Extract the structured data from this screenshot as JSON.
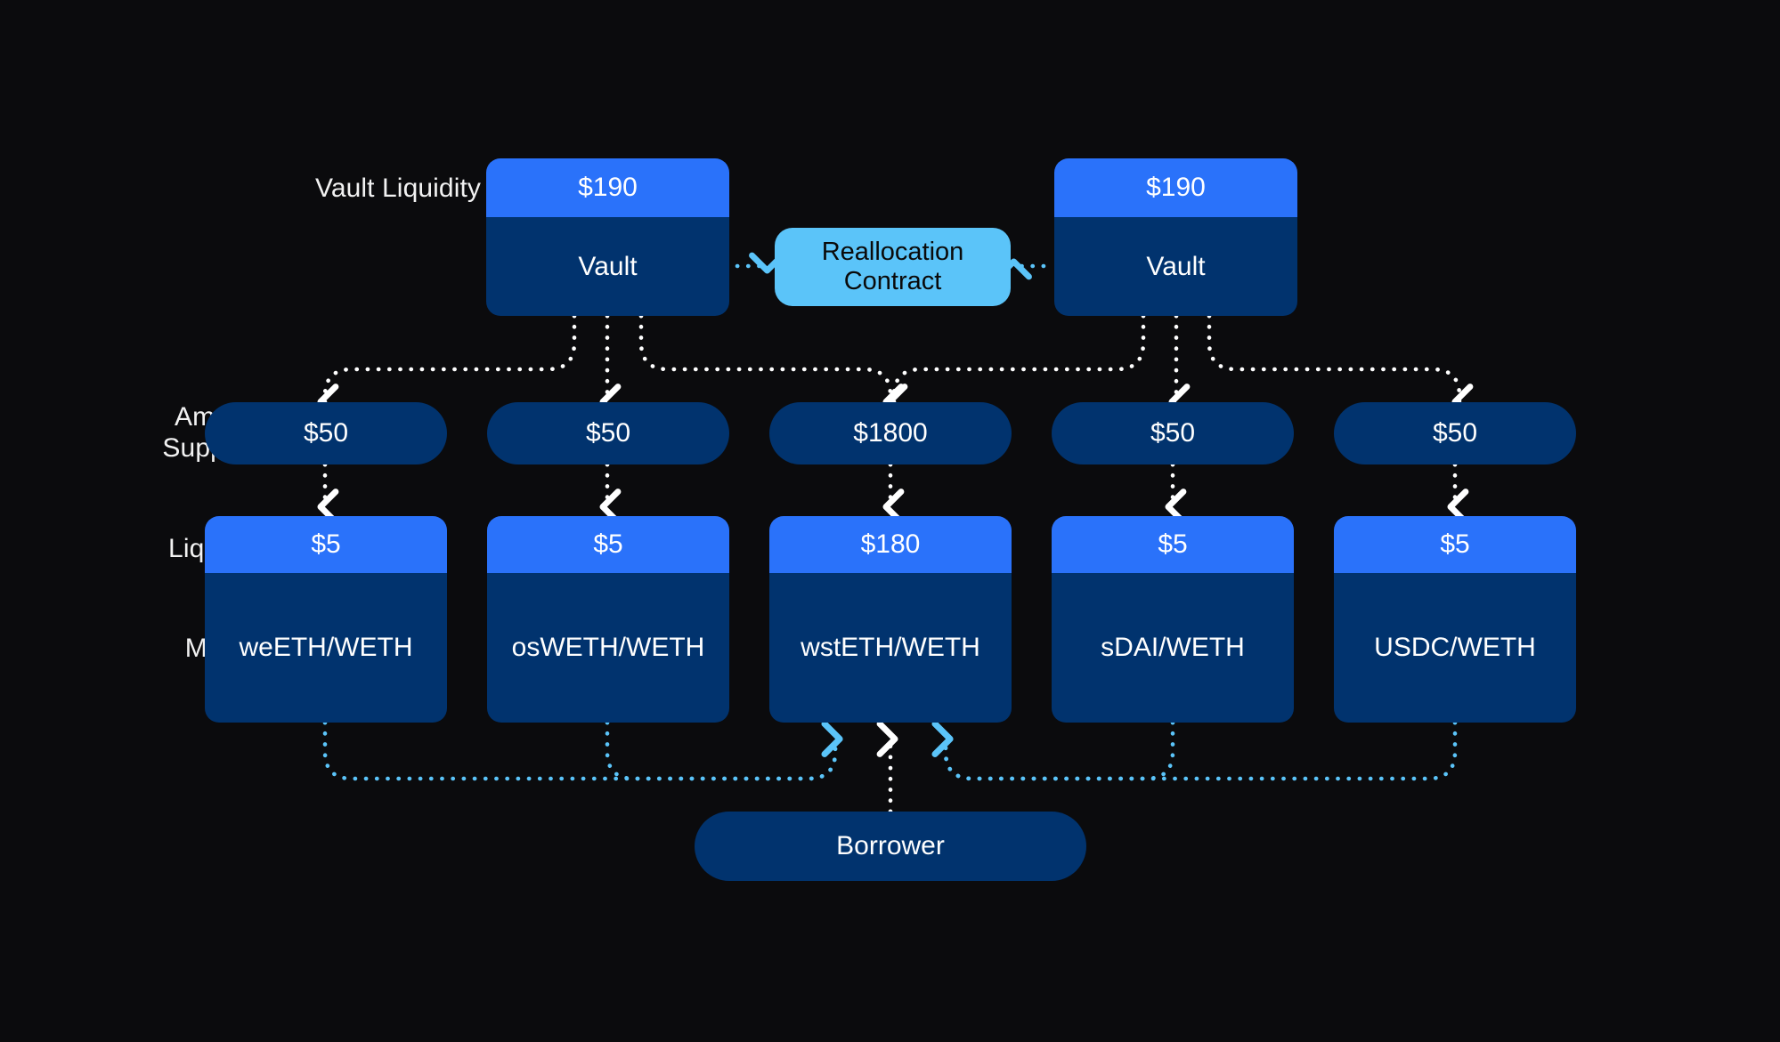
{
  "background": "#0b0b0d",
  "colors": {
    "bright_blue": "#2a72fa",
    "dark_navy": "#01336e",
    "light_blue": "#5bc4f9",
    "white": "#ffffff"
  },
  "row_labels": {
    "vault_liquidity": "Vault Liquidity",
    "amount_supplied": "Amount\nSupplied",
    "liquidity": "Liquidity",
    "market": "Market"
  },
  "vaults": [
    {
      "liquidity": "$190",
      "name": "Vault"
    },
    {
      "liquidity": "$190",
      "name": "Vault"
    }
  ],
  "contract": {
    "label": "Reallocation\nContract"
  },
  "borrower": {
    "label": "Borrower"
  },
  "columns": [
    {
      "amount_supplied": "$50",
      "liquidity": "$5",
      "market": "weETH/WETH"
    },
    {
      "amount_supplied": "$50",
      "liquidity": "$5",
      "market": "osWETH/WETH"
    },
    {
      "amount_supplied": "$1800",
      "liquidity": "$180",
      "market": "wstETH/WETH"
    },
    {
      "amount_supplied": "$50",
      "liquidity": "$5",
      "market": "sDAI/WETH"
    },
    {
      "amount_supplied": "$50",
      "liquidity": "$5",
      "market": "USDC/WETH"
    }
  ]
}
